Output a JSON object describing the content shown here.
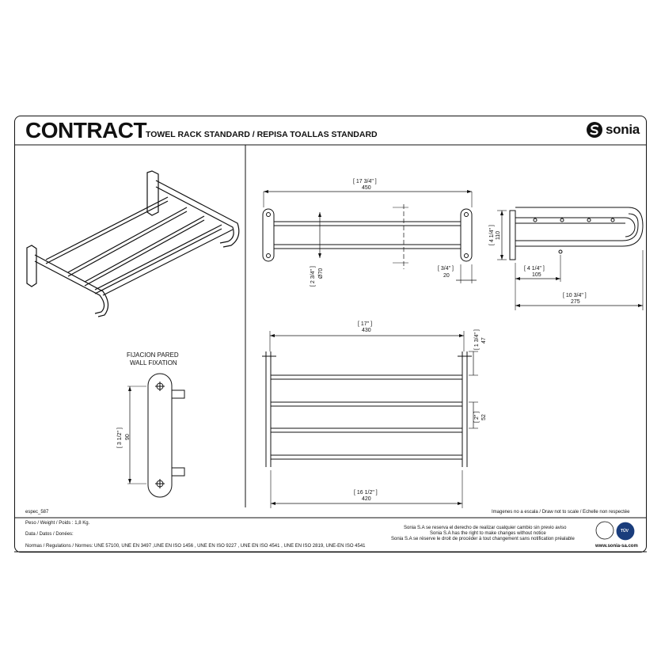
{
  "header": {
    "title": "CONTRACT",
    "subtitle": "TOWEL RACK STANDARD / REPISA TOALLAS STANDARD",
    "brand": "sonia"
  },
  "wall_fixation": {
    "label_es": "FIJACION PARED",
    "label_en": "WALL FIXATION",
    "dim_in": "[ 3 1/2\" ]",
    "dim_mm": "90"
  },
  "front_view": {
    "width_in": "[ 17 3/4\" ]",
    "width_mm": "450",
    "dia_in": "[ 2 3/4\" ]",
    "dia_mm": "Ø70",
    "offset_in": "[ 3/4\" ]",
    "offset_mm": "20"
  },
  "side_view": {
    "height_in": "[ 4 1/4\" ]",
    "height_mm": "110",
    "spacing_in": "[ 4 1/4\" ]",
    "spacing_mm": "105",
    "depth_in": "[ 10 3/4\" ]",
    "depth_mm": "275"
  },
  "top_view": {
    "outer_in": "[ 17\" ]",
    "outer_mm": "430",
    "inner_in": "[ 16 1/2\" ]",
    "inner_mm": "420",
    "edge_in": "[ 1 3/4\" ]",
    "edge_mm": "47",
    "bar_in": "[ 2\" ]",
    "bar_mm": "52"
  },
  "footer": {
    "ref": "espec_587",
    "scale_note": "Imagenes no a escala / Draw not to scale / Echelle non respectée",
    "weight": "Peso / Weight / Poids : 1,8 Kg.",
    "data": "Data / Datos / Donées:",
    "norms": "Normas / Regulations / Normes: UNE 57100, UNE  EN 3497 ,UNE EN ISO 1456 , UNE EN ISO 9227 , UNE EN ISO 4541 , UNE EN ISO 2819, UNE-EN ISO 4541",
    "rights_es": "Sonia S.A se reserva el derecho de realizar cualquier cambio sin previo aviso",
    "rights_en": "Sonia S.A has the right to make changes without notice",
    "rights_fr": "Sonia S.A se réserve le droit de procéder à tout changement sans notification préalable",
    "website": "www.sonia-sa.com",
    "cert_label": "TÜV"
  }
}
